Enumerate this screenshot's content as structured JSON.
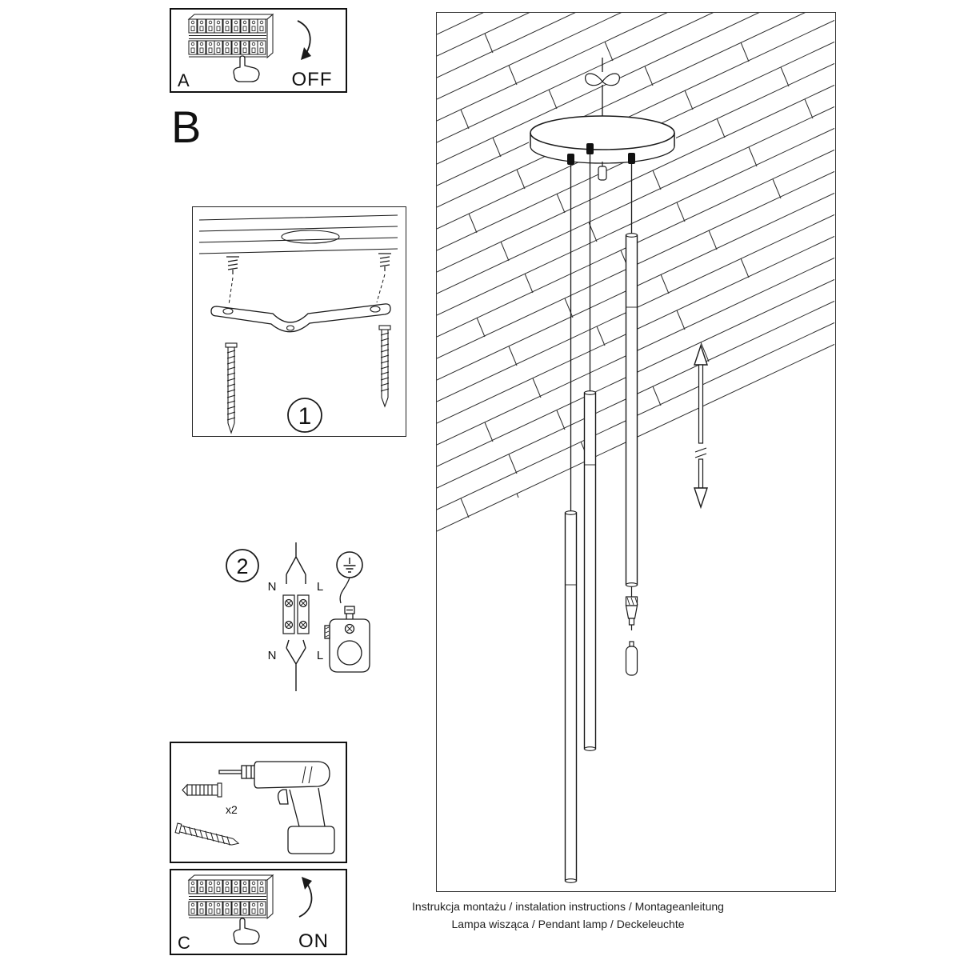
{
  "page": {
    "background": "#ffffff",
    "ink": "#1a1a1a"
  },
  "steps": {
    "a": {
      "label": "A",
      "action": "OFF"
    },
    "b": {
      "label": "B"
    },
    "step1": {
      "number": "1"
    },
    "step2": {
      "number": "2",
      "wire_top_left": "N",
      "wire_top_right": "L",
      "wire_bottom_left": "N",
      "wire_bottom_right": "L"
    },
    "drill": {
      "anchor_qty": "x2"
    },
    "c": {
      "label": "C",
      "action": "ON"
    }
  },
  "footer": {
    "line1": "Instrukcja montażu / instalation instructions / Montageanleitung",
    "line2": "Lampa wisząca / Pendant lamp / Deckeleuchte"
  }
}
